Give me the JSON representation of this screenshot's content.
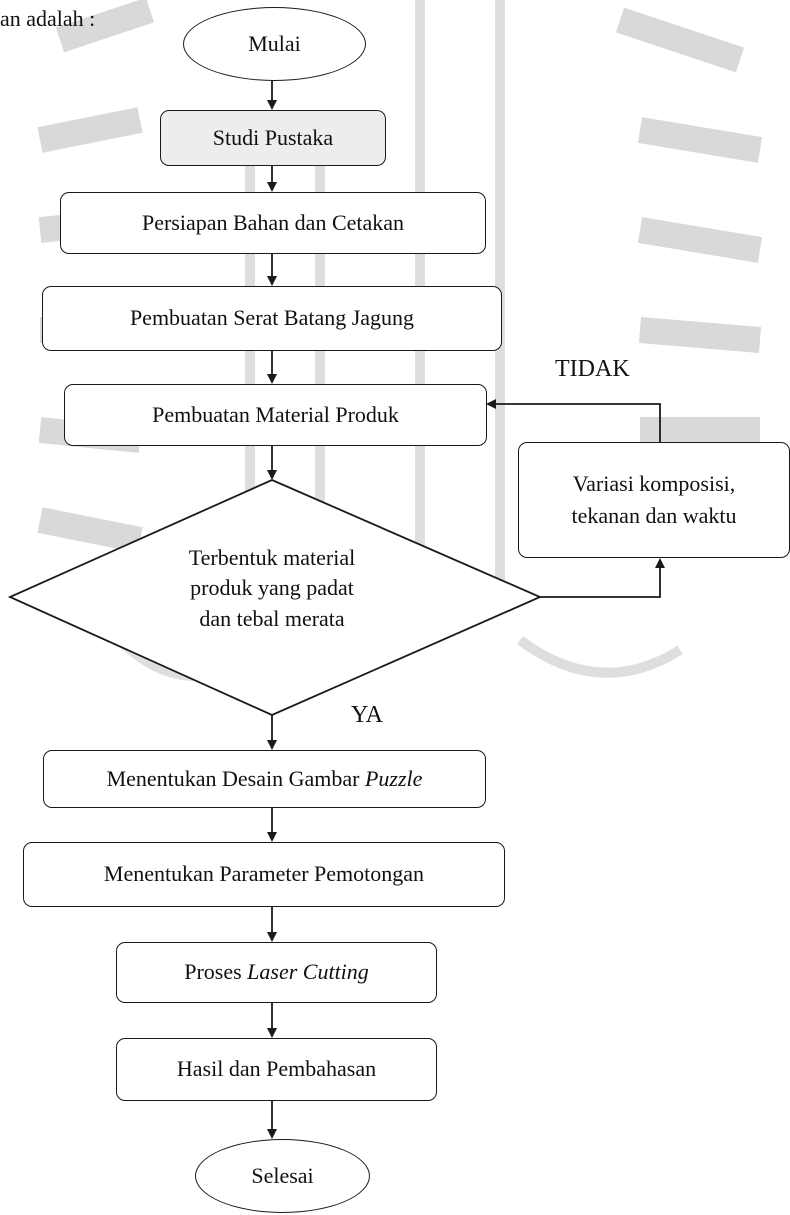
{
  "intro_text": "an adalah :",
  "nodes": {
    "start": "Mulai",
    "studi": "Studi Pustaka",
    "persiapan": "Persiapan Bahan dan Cetakan",
    "serat": "Pembuatan Serat Batang Jagung",
    "material": "Pembuatan Material Produk",
    "variasi_line1": "Variasi komposisi,",
    "variasi_line2": "tekanan dan waktu",
    "decision_line1": "Terbentuk material",
    "decision_line2": "produk yang padat",
    "decision_line3": "dan tebal merata",
    "desain_prefix": "Menentukan Desain Gambar ",
    "desain_italic": "Puzzle",
    "parameter": "Menentukan Parameter Pemotongan",
    "proses_prefix": "Proses ",
    "proses_italic": "Laser Cutting",
    "hasil": "Hasil dan Pembahasan",
    "end": "Selesai"
  },
  "labels": {
    "no": "TIDAK",
    "yes": "YA"
  }
}
